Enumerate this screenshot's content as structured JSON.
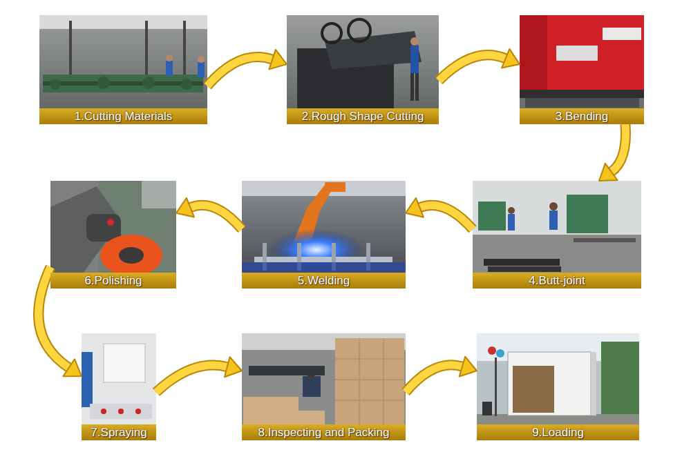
{
  "diagram": {
    "nodes": [
      {
        "text": [
          "1.Cutting Materials"
        ]
      },
      {
        "text": [
          "2.Rough Shape Cutting"
        ]
      },
      {
        "text": [
          "3.Bending"
        ]
      },
      {
        "text": [
          "4.Butt-joint"
        ]
      },
      {
        "text": [
          "5.Welding"
        ]
      },
      {
        "text": [
          "6.Polishing"
        ]
      },
      {
        "text": [
          "7.Spraying"
        ]
      },
      {
        "text": [
          "8.Inspecting and Packing"
        ]
      },
      {
        "text": [
          "9.Loading"
        ]
      }
    ],
    "edges": [
      {
        "from": 0,
        "to": 1,
        "arrow": "to"
      },
      {
        "from": 1,
        "to": 2,
        "arrow": "to"
      },
      {
        "from": 2,
        "to": 3,
        "arrow": "to"
      },
      {
        "from": 3,
        "to": 4,
        "arrow": "to"
      },
      {
        "from": 4,
        "to": 5,
        "arrow": "to"
      },
      {
        "from": 5,
        "to": 6,
        "arrow": "to"
      },
      {
        "from": 6,
        "to": 7,
        "arrow": "to"
      },
      {
        "from": 7,
        "to": 8,
        "arrow": "to"
      }
    ]
  }
}
